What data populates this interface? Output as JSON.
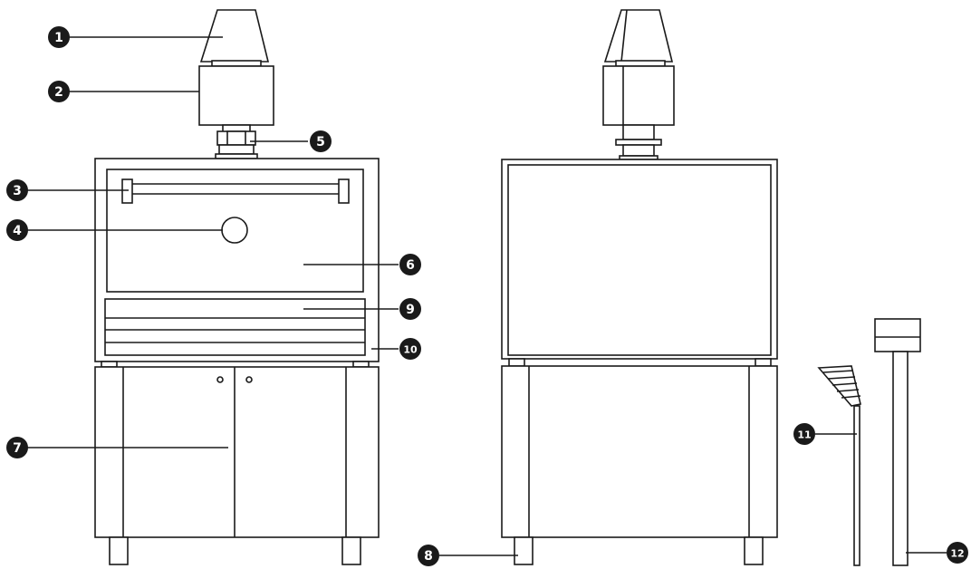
{
  "diagram": {
    "colors": {
      "line": "#1a1a1a",
      "fill": "#ffffff",
      "callout_bg": "#1a1a1a",
      "callout_text": "#ffffff"
    },
    "callouts": [
      {
        "id": "c1",
        "label": "1"
      },
      {
        "id": "c2",
        "label": "2"
      },
      {
        "id": "c3",
        "label": "3"
      },
      {
        "id": "c4",
        "label": "4"
      },
      {
        "id": "c5",
        "label": "5"
      },
      {
        "id": "c6",
        "label": "6"
      },
      {
        "id": "c7",
        "label": "7"
      },
      {
        "id": "c8",
        "label": "8"
      },
      {
        "id": "c9",
        "label": "9"
      },
      {
        "id": "c10",
        "label": "10"
      },
      {
        "id": "c11",
        "label": "11"
      },
      {
        "id": "c12",
        "label": "12"
      }
    ]
  }
}
